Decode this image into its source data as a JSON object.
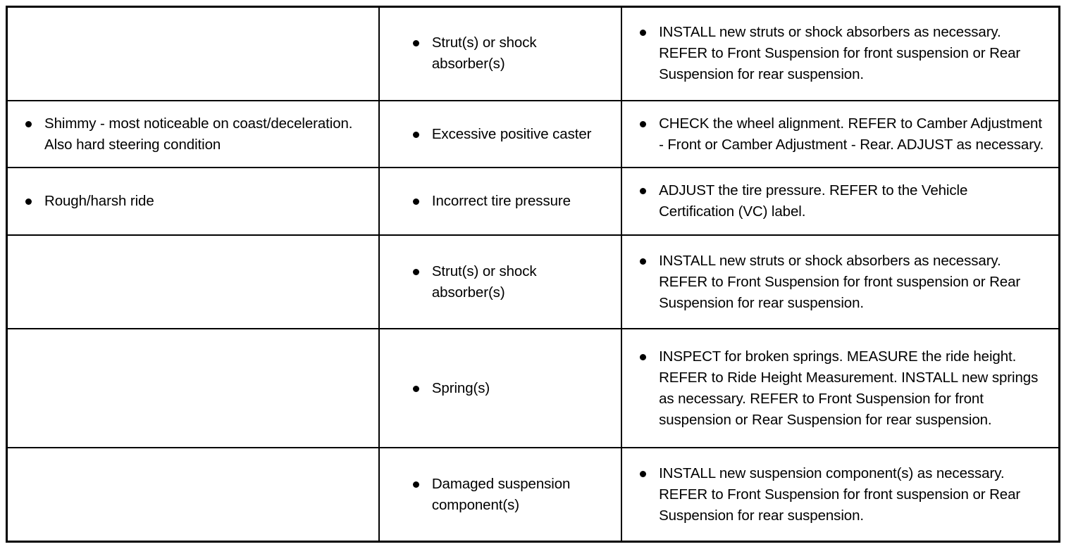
{
  "document": {
    "type": "service-manual-symptom-chart",
    "bullet_glyph": "•",
    "text_color": "#000000",
    "background_color": "#ffffff",
    "border_color": "#000000"
  },
  "table": {
    "column_count": 3,
    "row_count": 6,
    "columns": [
      {
        "key": "symptom",
        "name": "symptom-column"
      },
      {
        "key": "cause",
        "name": "possible-cause-column"
      },
      {
        "key": "action",
        "name": "action-column"
      }
    ],
    "rows": [
      {
        "symptom": [],
        "cause": [
          "Strut(s) or shock absorber(s)"
        ],
        "action": [
          "INSTALL new struts or shock absorbers as necessary. REFER to Front Suspension for front suspension or Rear Suspension for rear suspension."
        ]
      },
      {
        "symptom": [
          "Shimmy - most noticeable on coast/deceleration. Also hard steering condition"
        ],
        "cause": [
          "Excessive positive caster"
        ],
        "action": [
          "CHECK the wheel alignment. REFER to Camber Adjustment - Front or Camber Adjustment - Rear. ADJUST as necessary."
        ]
      },
      {
        "symptom": [
          "Rough/harsh ride"
        ],
        "cause": [
          "Incorrect tire pressure"
        ],
        "action": [
          "ADJUST the tire pressure. REFER to the Vehicle Certification (VC) label."
        ]
      },
      {
        "symptom": [],
        "cause": [
          "Strut(s) or shock absorber(s)"
        ],
        "action": [
          "INSTALL new struts or shock absorbers as necessary. REFER to Front Suspension for front suspension or Rear Suspension for rear suspension."
        ]
      },
      {
        "symptom": [],
        "cause": [
          "Spring(s)"
        ],
        "action": [
          "INSPECT for broken springs. MEASURE the ride height. REFER to Ride Height Measurement. INSTALL new springs as necessary. REFER to Front Suspension for front suspension or Rear Suspension for rear suspension."
        ]
      },
      {
        "symptom": [],
        "cause": [
          "Damaged suspension component(s)"
        ],
        "action": [
          "INSTALL new suspension component(s) as necessary. REFER to Front Suspension for front suspension or Rear Suspension for rear suspension."
        ]
      }
    ]
  }
}
